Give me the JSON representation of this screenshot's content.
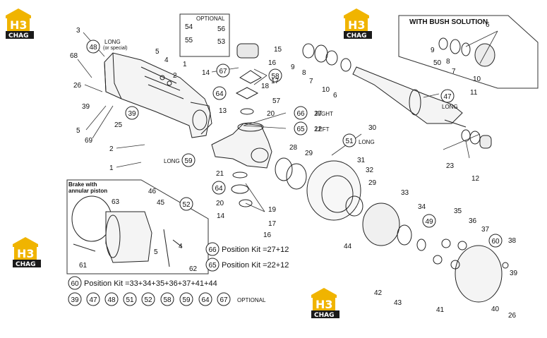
{
  "watermark": {
    "brand_mark": "H3",
    "brand_name": "CHAG",
    "colors": {
      "house": "#f0b400",
      "dark": "#1a1a1a"
    }
  },
  "insets": {
    "optional_box_title": "OPTIONAL",
    "bush_solution_title": "WITH BUSH SOLUTION",
    "brake_title_line1": "Brake with",
    "brake_title_line2": "annular piston"
  },
  "side_notes": {
    "long_or_special_line1": "LONG",
    "long_or_special_line2": "(or special)",
    "long_47": "LONG",
    "long_51": "LONG",
    "long_59": "LONG",
    "right": "RIGHT",
    "left": "LEFT"
  },
  "kits": {
    "kit66": "Position Kit =27+12",
    "kit65": "Position Kit =22+12",
    "kit60": "Position Kit =33+34+35+36+37+41+44",
    "optional_label": "OPTIONAL"
  },
  "circled": {
    "c48": "48",
    "c67a": "67",
    "c58a": "58",
    "c64a": "64",
    "c39a": "39",
    "c66": "66",
    "c65": "65",
    "c47": "47",
    "c51": "51",
    "c59": "59",
    "c64b": "64",
    "c52": "52",
    "c60": "60",
    "c49": "49",
    "k66": "66",
    "k65": "65",
    "k60": "60",
    "o39": "39",
    "o47": "47",
    "o48": "48",
    "o51": "51",
    "o52": "52",
    "o58": "58",
    "o59": "59",
    "o64": "64",
    "o67": "67"
  },
  "labels": {
    "n3": "3",
    "n68": "68",
    "n26a": "26",
    "n39": "39",
    "n5a": "5",
    "n69": "69",
    "n25": "25",
    "n5b": "5",
    "n4a": "4",
    "n2a": "2",
    "n1a": "1",
    "n2b": "2",
    "n1b": "1",
    "n54": "54",
    "n56": "56",
    "n55": "55",
    "n53": "53",
    "n15": "15",
    "n14a": "14",
    "n16a": "16",
    "n18": "18",
    "n17a": "17",
    "n57": "57",
    "n13": "13",
    "n20a": "20",
    "n27": "27",
    "n22": "22",
    "n9a": "9",
    "n8a": "8",
    "n7a": "7",
    "n10a": "10",
    "n6a": "6",
    "n6b": "6",
    "n9b": "9",
    "n50": "50",
    "n8b": "8",
    "n7b": "7",
    "n10b": "10",
    "n11": "11",
    "n30": "30",
    "n28": "28",
    "n29a": "29",
    "n31": "31",
    "n32": "32",
    "n29b": "29",
    "n23": "23",
    "n12": "12",
    "n21": "21",
    "n20b": "20",
    "n19": "19",
    "n14b": "14",
    "n17b": "17",
    "n16b": "16",
    "n46": "46",
    "n45": "45",
    "n63": "63",
    "n61": "61",
    "n5c": "5",
    "n4b": "4",
    "n62": "62",
    "n33": "33",
    "n34": "34",
    "n44": "44",
    "n35": "35",
    "n36": "36",
    "n37": "37",
    "n38": "38",
    "n39b": "39",
    "n26b": "26",
    "n40": "40",
    "n41": "41",
    "n42": "42",
    "n43": "43"
  }
}
